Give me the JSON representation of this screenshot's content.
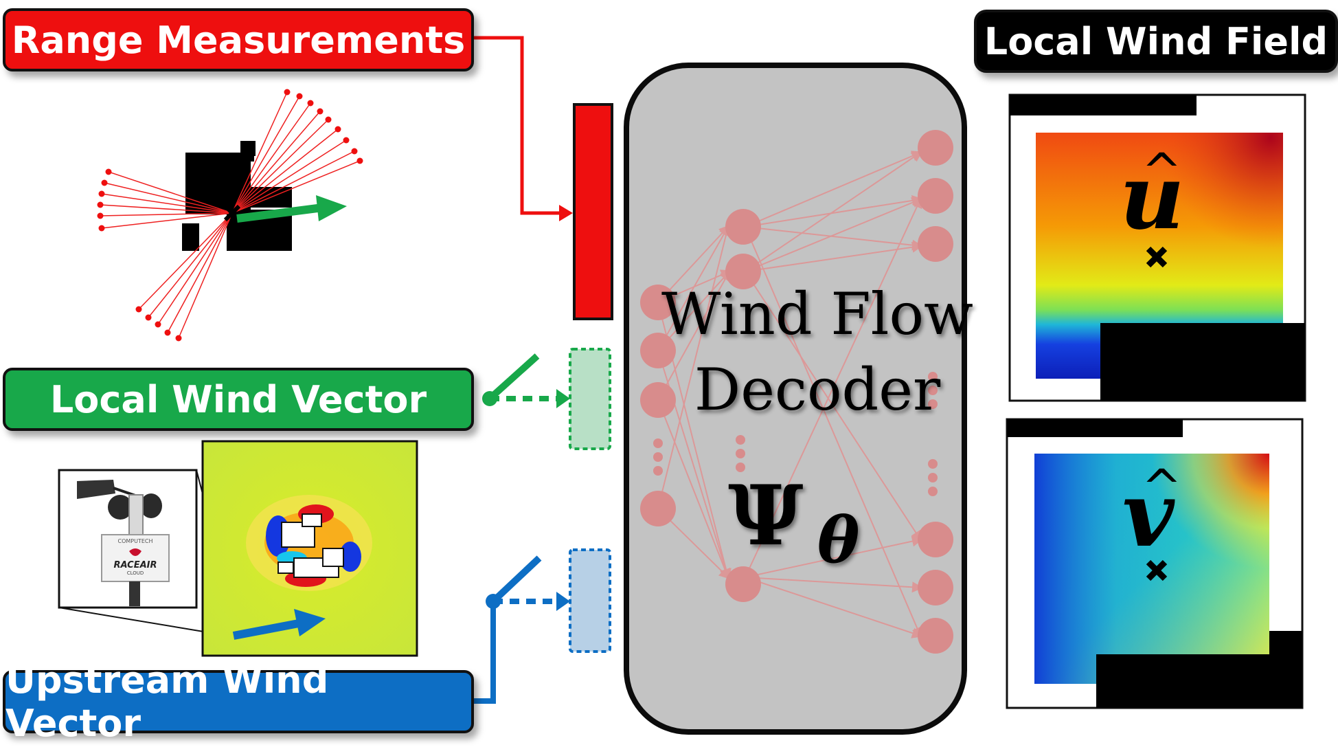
{
  "labels": {
    "range": "Range Measurements",
    "local_wind": "Local Wind Vector",
    "upstream_wind": "Upstream Wind Vector",
    "field": "Local Wind Field"
  },
  "decoder": {
    "line1": "Wind Flow",
    "line2": "Decoder",
    "symbol": "Ψ",
    "subscript": "θ"
  },
  "field_outputs": {
    "u": "u",
    "v": "v",
    "hat": "^"
  },
  "sensor_device": {
    "brand_top": "COMPUTECH",
    "brand_main": "RACEAIR",
    "brand_sub": "CLOUD"
  },
  "colors": {
    "range": "#ee0f0f",
    "local_wind": "#18a84a",
    "upstream_wind": "#0d6ec4",
    "decoder_fill": "#c3c3c3",
    "neuron": "#e07a7a"
  }
}
